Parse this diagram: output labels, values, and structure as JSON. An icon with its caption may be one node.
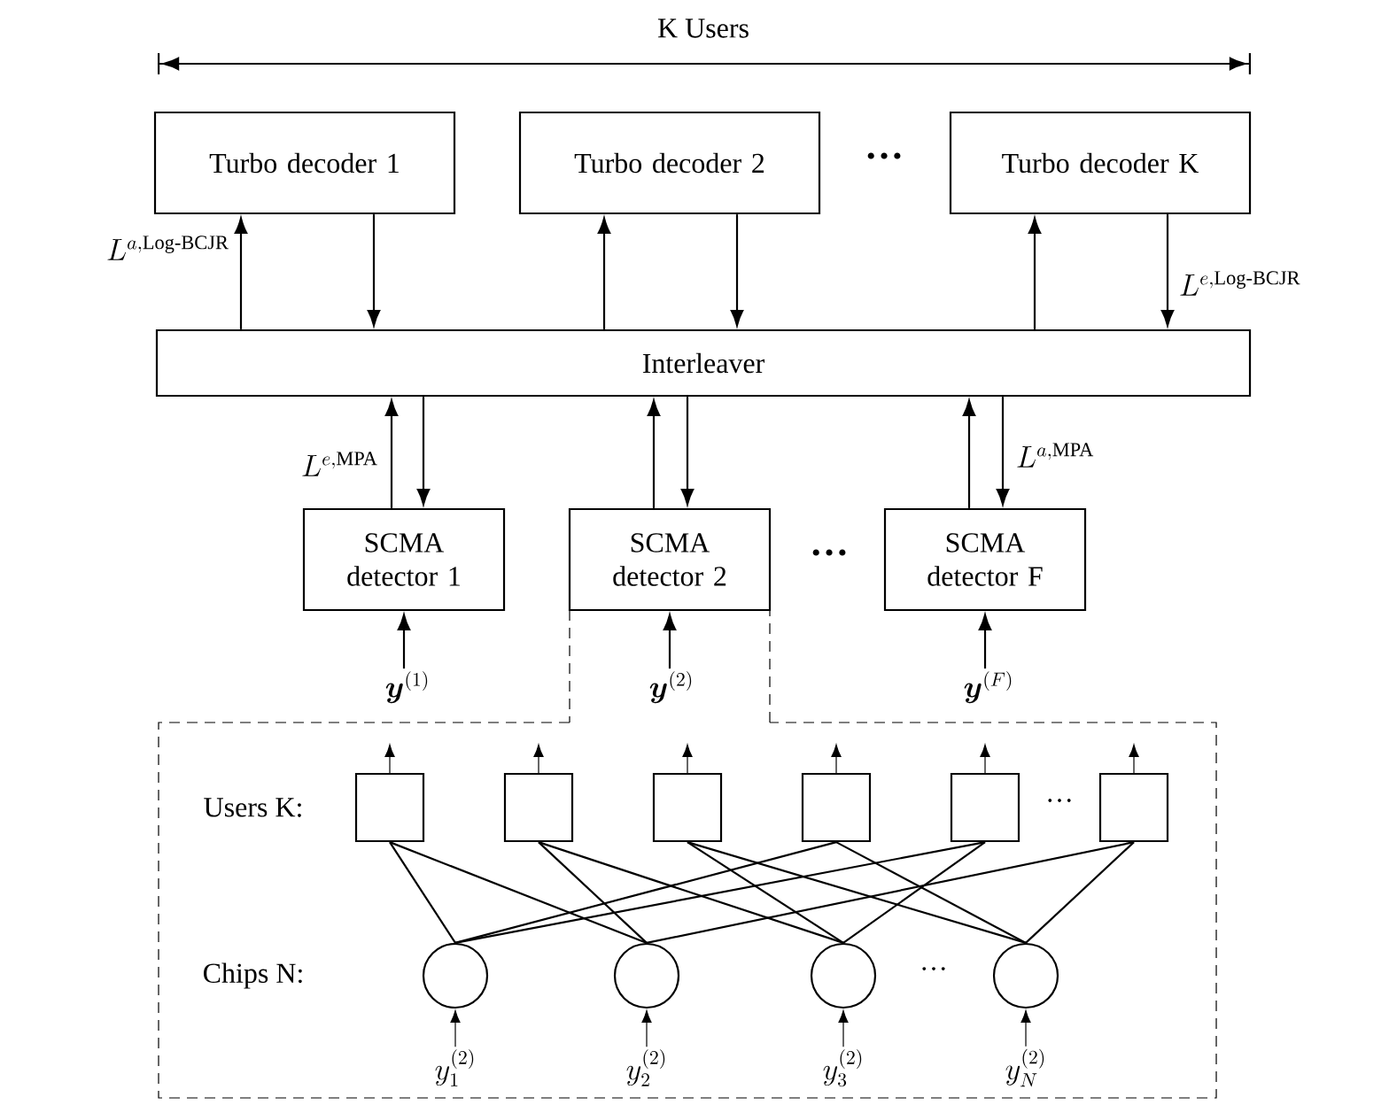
{
  "diagram": {
    "nodes": [
      {
        "text": [
          "Turbo decoder 1"
        ]
      },
      {
        "text": [
          "Turbo decoder 2"
        ]
      },
      {
        "text": [
          "Turbo decoder K"
        ]
      },
      {
        "text": [
          "Interleaver"
        ]
      },
      {
        "text": [
          "SCMA detector 1"
        ]
      },
      {
        "text": [
          "SCMA detector 2"
        ]
      },
      {
        "text": [
          "SCMA detector F"
        ]
      },
      {
        "text": [
          "\\boldsymbol{y}^{(1)}"
        ]
      },
      {
        "text": [
          "\\boldsymbol{y}^{(2)}"
        ]
      },
      {
        "text": [
          "\\boldsymbol{y}^{(F)}"
        ]
      },
      {
        "text": [],
        "shape": "box"
      },
      {
        "text": [],
        "shape": "box",
        "in": 10
      },
      {
        "text": [],
        "shape": "box",
        "in": 10
      },
      {
        "text": [],
        "shape": "box",
        "in": 10
      },
      {
        "text": [],
        "shape": "box",
        "in": 10
      },
      {
        "text": [],
        "shape": "box",
        "in": 10
      },
      {
        "text": [],
        "shape": "box",
        "in": 10
      },
      {
        "text": [],
        "shape": "circle",
        "in": 10
      },
      {
        "text": [],
        "shape": "circle",
        "in": 10
      },
      {
        "text": [],
        "shape": "circle",
        "in": 10
      },
      {
        "text": [],
        "shape": "circle",
        "in": 10
      },
      {
        "text": [
          "y_1^{(2)}"
        ],
        "in": 10
      },
      {
        "text": [
          "y_2^{(2)}"
        ],
        "in": 10
      },
      {
        "text": [
          "y_3^{(2)}"
        ],
        "in": 10
      },
      {
        "text": [
          "y_N^{(2)}"
        ],
        "in": 10
      }
    ],
    "edges": [
      {
        "from": 3,
        "to": 0,
        "arrow": "to",
        "label": "L^{a,\\text{Log-BCJR}}"
      },
      {
        "from": 0,
        "to": 3,
        "arrow": "to"
      },
      {
        "from": 3,
        "to": 1,
        "arrow": "to"
      },
      {
        "from": 1,
        "to": 3,
        "arrow": "to"
      },
      {
        "from": 3,
        "to": 2,
        "arrow": "to"
      },
      {
        "from": 2,
        "to": 3,
        "arrow": "to",
        "label": "L^{e,\\text{Log-BCJR}}"
      },
      {
        "from": 4,
        "to": 3,
        "arrow": "to",
        "label": "L^{e,\\text{MPA}}"
      },
      {
        "from": 3,
        "to": 4,
        "arrow": "to"
      },
      {
        "from": 5,
        "to": 3,
        "arrow": "to"
      },
      {
        "from": 3,
        "to": 5,
        "arrow": "to"
      },
      {
        "from": 6,
        "to": 3,
        "arrow": "to"
      },
      {
        "from": 3,
        "to": 6,
        "arrow": "to",
        "label": "L^{a,\\text{MPA}}"
      },
      {
        "from": 7,
        "to": 4,
        "arrow": "to"
      },
      {
        "from": 8,
        "to": 5,
        "arrow": "to"
      },
      {
        "from": 9,
        "to": 6,
        "arrow": "to"
      },
      {
        "from": 11,
        "to": 17,
        "arrow": "none"
      },
      {
        "from": 11,
        "to": 18,
        "arrow": "none"
      },
      {
        "from": 12,
        "to": 18,
        "arrow": "none"
      },
      {
        "from": 12,
        "to": 19,
        "arrow": "none"
      },
      {
        "from": 13,
        "to": 19,
        "arrow": "none"
      },
      {
        "from": 13,
        "to": 20,
        "arrow": "none"
      },
      {
        "from": 14,
        "to": 17,
        "arrow": "none"
      },
      {
        "from": 14,
        "to": 20,
        "arrow": "none"
      },
      {
        "from": 15,
        "to": 17,
        "arrow": "none"
      },
      {
        "from": 15,
        "to": 19,
        "arrow": "none"
      },
      {
        "from": 16,
        "to": 18,
        "arrow": "none"
      },
      {
        "from": 16,
        "to": 20,
        "arrow": "none"
      },
      {
        "from": 11,
        "to": null,
        "arrow": "to"
      },
      {
        "from": 12,
        "to": null,
        "arrow": "to"
      },
      {
        "from": 13,
        "to": null,
        "arrow": "to"
      },
      {
        "from": 14,
        "to": null,
        "arrow": "to"
      },
      {
        "from": 15,
        "to": null,
        "arrow": "to"
      },
      {
        "from": 16,
        "to": null,
        "arrow": "to"
      },
      {
        "from": 21,
        "to": 17,
        "arrow": "to"
      },
      {
        "from": 22,
        "to": 18,
        "arrow": "to"
      },
      {
        "from": 23,
        "to": 19,
        "arrow": "to"
      },
      {
        "from": 24,
        "to": 20,
        "arrow": "to"
      }
    ],
    "labels": [
      "K Users",
      "…",
      "…",
      "Users K:",
      "Chips N:",
      "…",
      "…"
    ]
  }
}
